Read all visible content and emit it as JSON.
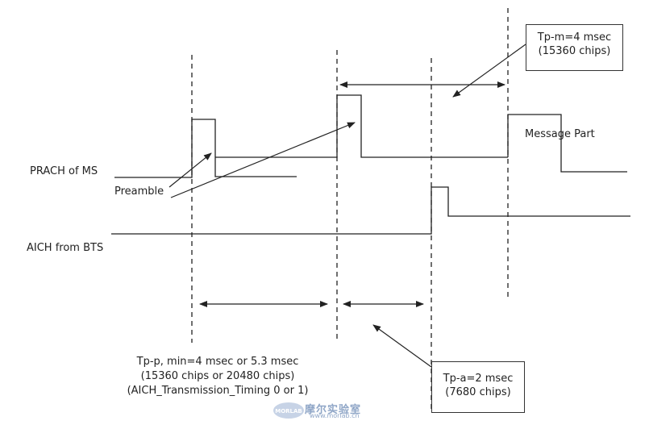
{
  "labels": {
    "prach": "PRACH of MS",
    "aich": "AICH from BTS",
    "preamble": "Preamble",
    "message_part": "Message Part"
  },
  "tpm_box": {
    "line1": "Tp-m=4 msec",
    "line2": "(15360 chips)"
  },
  "tpa_box": {
    "line1": "Tp-a=2 msec",
    "line2": "(7680 chips)"
  },
  "tpp": {
    "line1": "Tp-p, min=4 msec or 5.3 msec",
    "line2": "(15360 chips or 20480 chips)",
    "line3": "(AICH_Transmission_Timing 0 or 1)"
  },
  "watermark": {
    "text": "摩尔实验室",
    "url": "www.morlab.cn",
    "logo": "MORLAB"
  },
  "colors": {
    "line": "#222222",
    "watermark": "#8fa6c7"
  }
}
